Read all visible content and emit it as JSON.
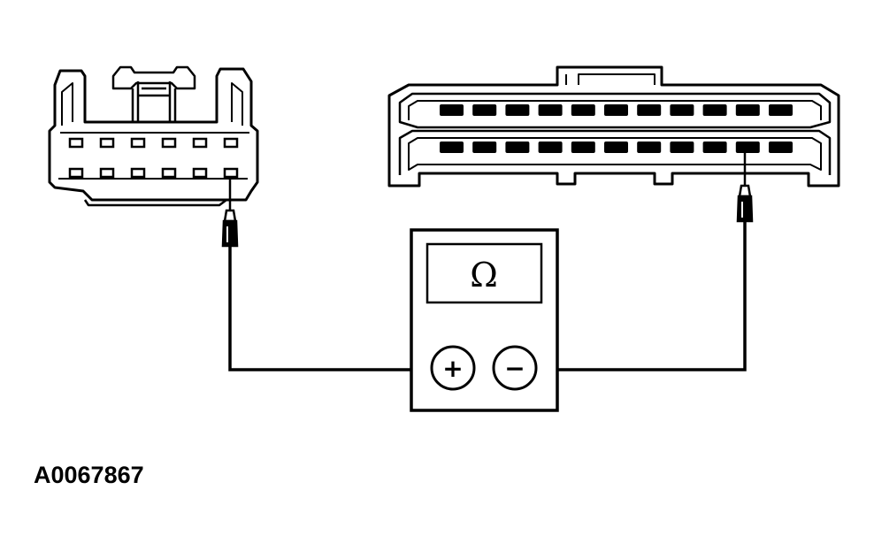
{
  "figure": {
    "id_label": "A0067867"
  },
  "meter": {
    "symbol": "Ω",
    "positive_terminal": "+",
    "negative_terminal": "−"
  },
  "connector_small": {
    "rows": 2,
    "pins_per_row": 6,
    "probed_pin": {
      "row": 2,
      "position": 6
    }
  },
  "connector_large": {
    "rows": 2,
    "pins_per_row": 11,
    "probed_pin": {
      "row": 2,
      "position": 10
    }
  },
  "colors": {
    "line": "#000000",
    "background": "#ffffff"
  }
}
